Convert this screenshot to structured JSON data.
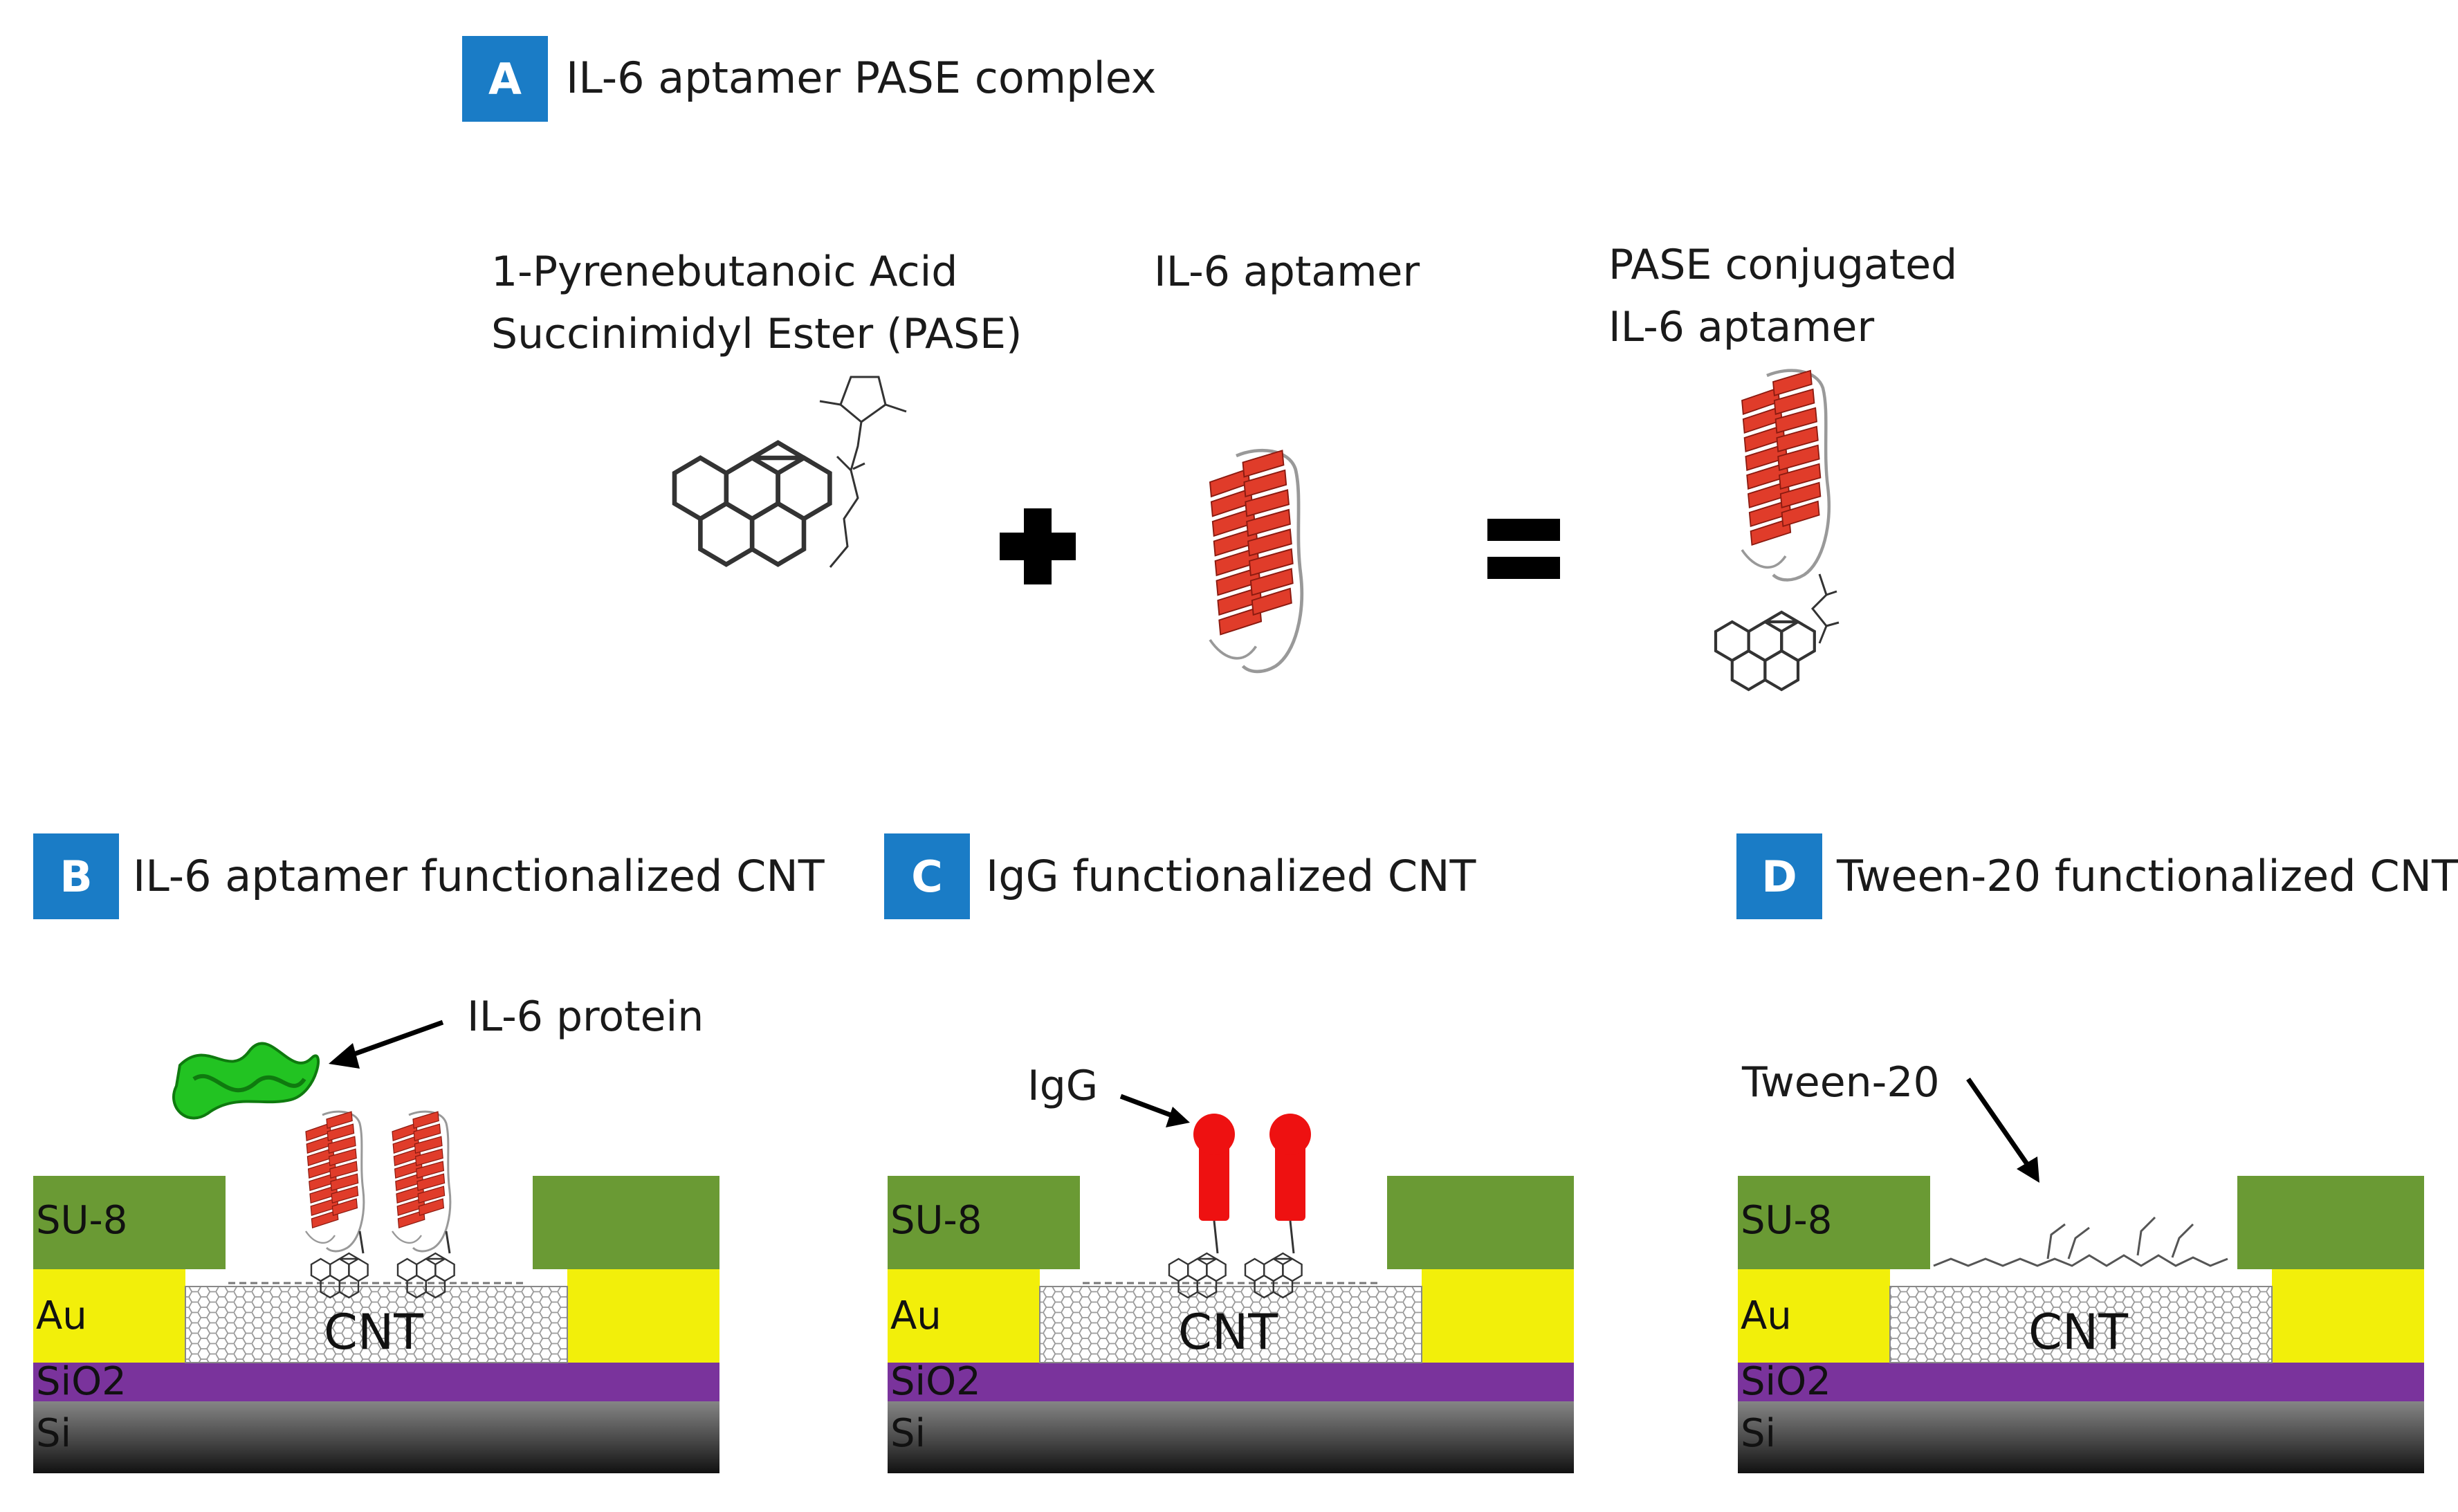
{
  "panel_a": {
    "label": "A",
    "title": "IL-6 aptamer PASE complex",
    "pase_caption_line1": "1-Pyrenebutanoic Acid",
    "pase_caption_line2": "Succinimidyl Ester (PASE)",
    "aptamer_caption": "IL-6 aptamer",
    "conjugate_caption_line1": "PASE conjugated",
    "conjugate_caption_line2": "IL-6 aptamer",
    "plus_symbol": "+",
    "equals_symbol": "="
  },
  "panel_b": {
    "label": "B",
    "title": "IL-6 aptamer functionalized CNT",
    "protein_label": "IL-6 protein"
  },
  "panel_c": {
    "label": "C",
    "title": "IgG functionalized CNT",
    "igg_label": "IgG"
  },
  "panel_d": {
    "label": "D",
    "title": "Tween-20 functionalized CNT",
    "tween_label": "Tween-20"
  },
  "layers": {
    "su8": "SU-8",
    "au": "Au",
    "sio2": "SiO2",
    "si": "Si",
    "cnt": "CNT"
  },
  "colors": {
    "label_box": "#1a7cc6",
    "su8": "#6a9a34",
    "au": "#f2ef0a",
    "sio2": "#7a339c",
    "si_top": "#8a8a8a",
    "si_bottom": "#1a1a1a",
    "helix": "#e03c2a",
    "il6_protein": "#22c322",
    "igg": "#ee1111"
  }
}
